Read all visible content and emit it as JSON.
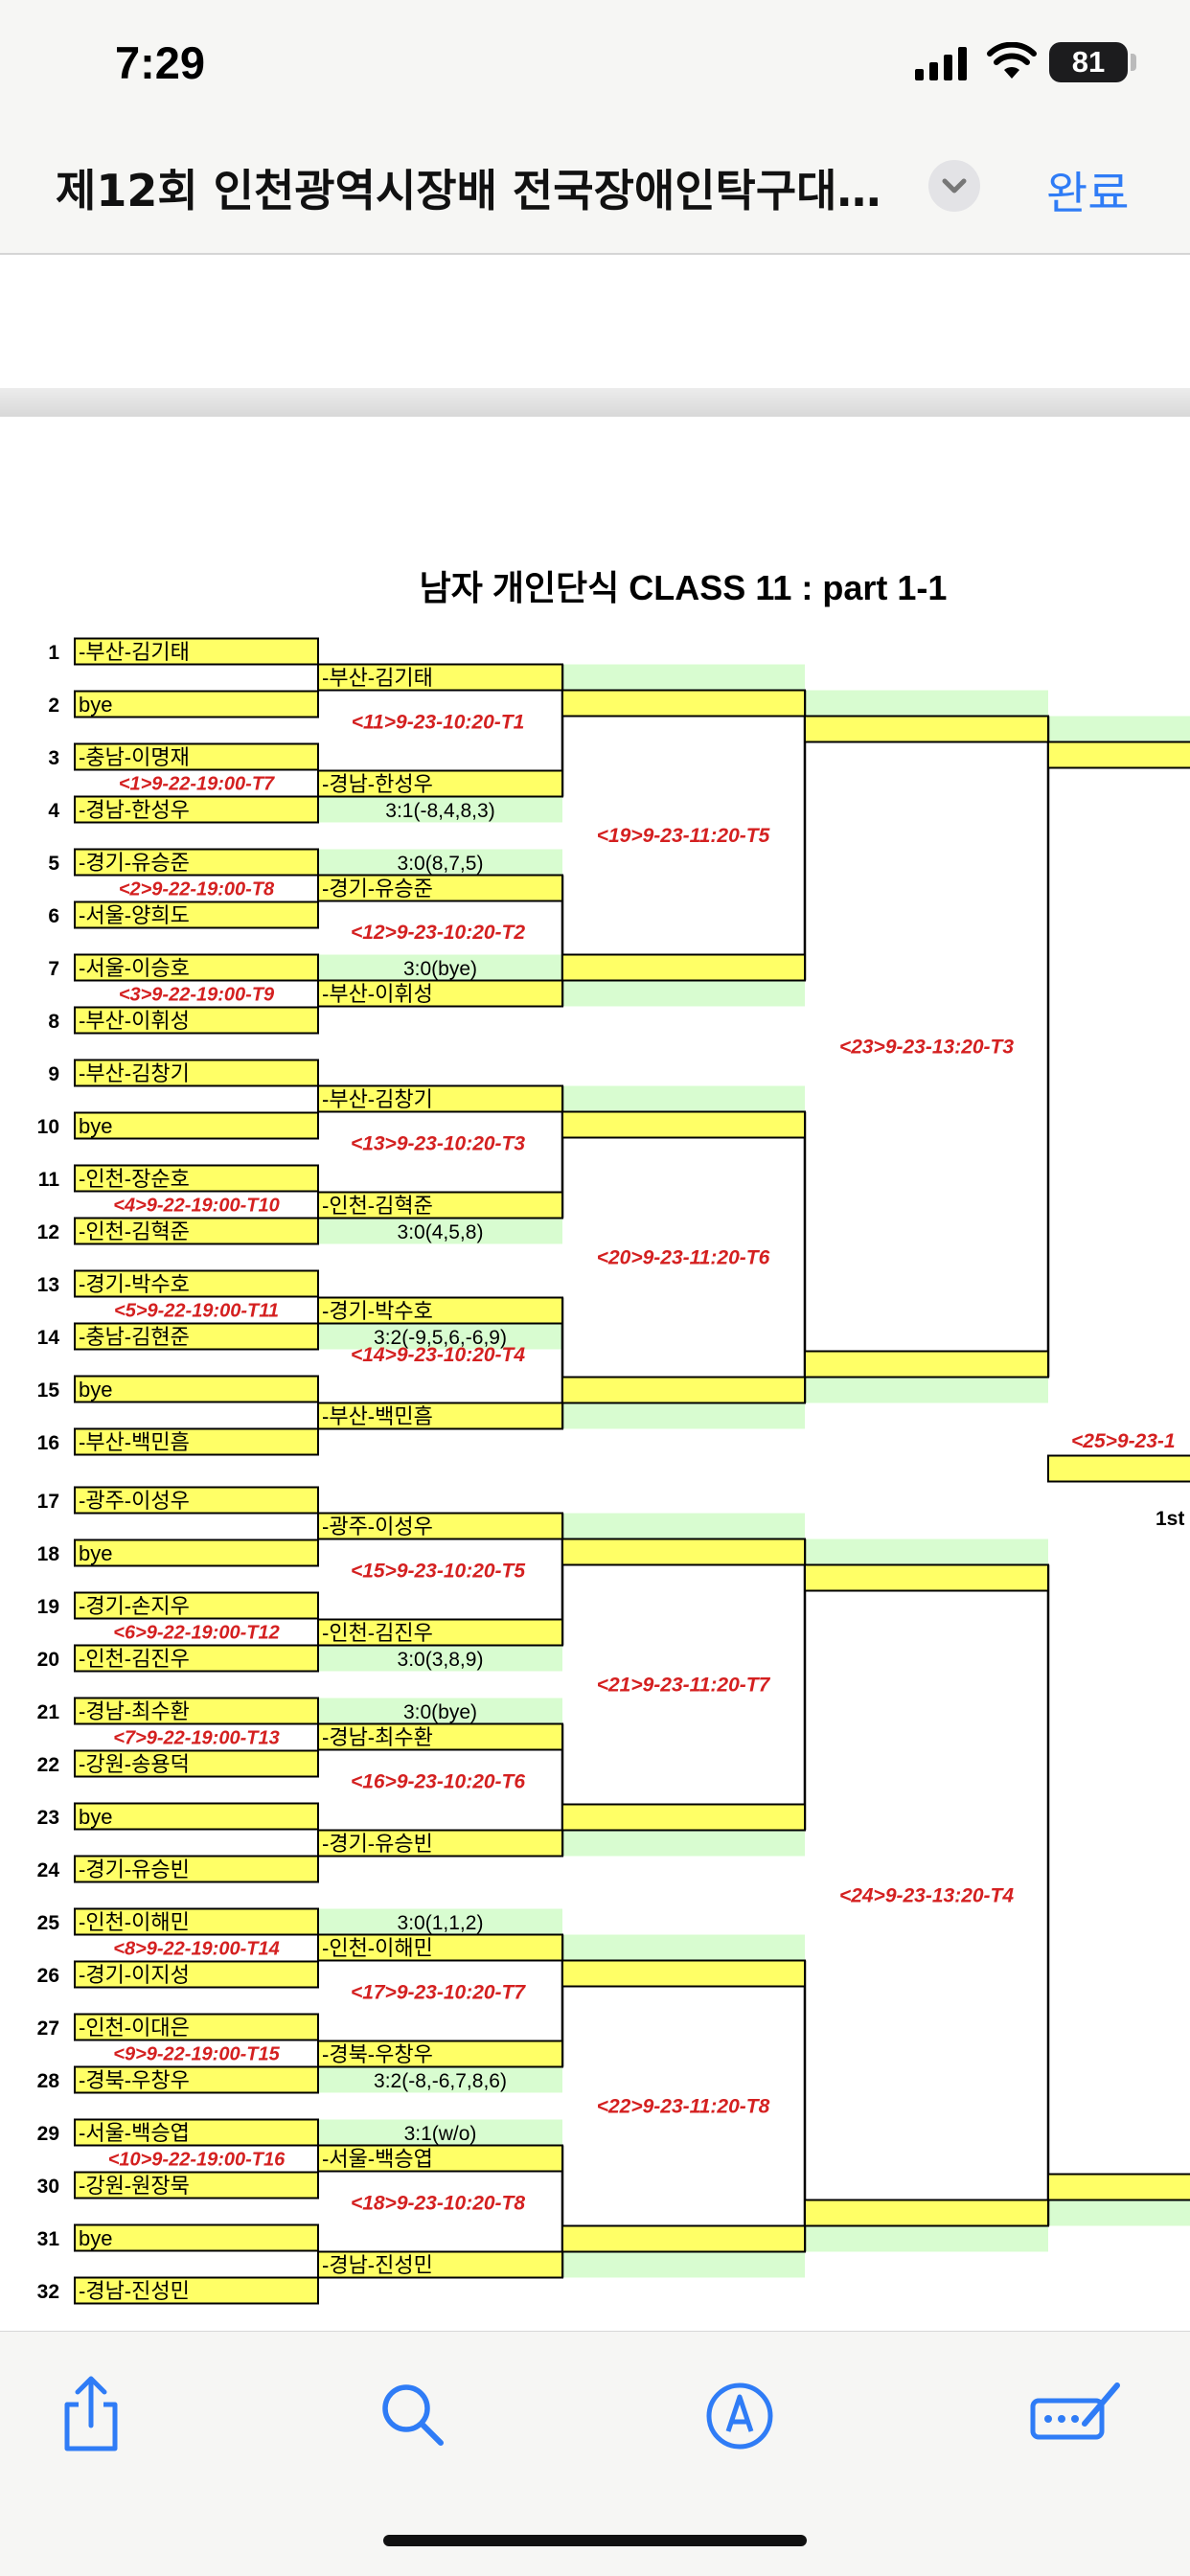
{
  "status_bar": {
    "time": "7:29",
    "battery": "81"
  },
  "nav": {
    "title": "제12회 인천광역시장배 전국장애인탁구대…",
    "done": "완료"
  },
  "bracket": {
    "title": "남자 개인단식 CLASS 11 : part 1-1",
    "round_label_third": "1st",
    "entries": [
      "-부산-김기태",
      "bye",
      "-충남-이명재",
      "-경남-한성우",
      "-경기-유승준",
      "-서울-양희도",
      "-서울-이승호",
      "-부산-이휘성",
      "-부산-김창기",
      "bye",
      "-인천-장순호",
      "-인천-김혁준",
      "-경기-박수호",
      "-충남-김현준",
      "bye",
      "-부산-백민흠",
      "-광주-이성우",
      "bye",
      "-경기-손지우",
      "-인천-김진우",
      "-경남-최수환",
      "-강원-송용덕",
      "bye",
      "-경기-유승빈",
      "-인천-이해민",
      "-경기-이지성",
      "-인천-이대은",
      "-경북-우창우",
      "-서울-백승엽",
      "-강원-원장묵",
      "bye",
      "-경남-진성민"
    ],
    "r1_matches": [
      {
        "label": "<1>9-22-19:00-T7",
        "winner": "-경남-한성우",
        "score": "3:1(-8,4,8,3)"
      },
      {
        "label": "<2>9-22-19:00-T8",
        "winner": "-경기-유승준",
        "score": "3:0(8,7,5)"
      },
      {
        "label": "<3>9-22-19:00-T9",
        "winner": "-부산-이휘성",
        "score": "3:0(bye)"
      },
      {
        "label": "<4>9-22-19:00-T10",
        "winner": "-인천-김혁준",
        "score": "3:0(4,5,8)"
      },
      {
        "label": "<5>9-22-19:00-T11",
        "winner": "-경기-박수호",
        "score": "3:2(-9,5,6,-6,9)"
      },
      {
        "label": "<6>9-22-19:00-T12",
        "winner": "-인천-김진우",
        "score": "3:0(3,8,9)"
      },
      {
        "label": "<7>9-22-19:00-T13",
        "winner": "-경남-최수환",
        "score": "3:0(bye)"
      },
      {
        "label": "<8>9-22-19:00-T14",
        "winner": "-인천-이해민",
        "score": "3:0(1,1,2)"
      },
      {
        "label": "<9>9-22-19:00-T15",
        "winner": "-경북-우창우",
        "score": "3:2(-8,-6,7,8,6)"
      },
      {
        "label": "<10>9-22-19:00-T16",
        "winner": "-서울-백승엽",
        "score": "3:1(w/o)"
      }
    ],
    "byes": [
      "-부산-김기태",
      "-부산-김창기",
      "-부산-백민흠",
      "-광주-이성우",
      "-경기-유승빈",
      "-경남-진성민"
    ],
    "r2_labels": [
      "<11>9-23-10:20-T1",
      "<12>9-23-10:20-T2",
      "<13>9-23-10:20-T3",
      "<14>9-23-10:20-T4",
      "<15>9-23-10:20-T5",
      "<16>9-23-10:20-T6",
      "<17>9-23-10:20-T7",
      "<18>9-23-10:20-T8"
    ],
    "r3_labels": [
      "<19>9-23-11:20-T5",
      "<20>9-23-11:20-T6",
      "<21>9-23-11:20-T7",
      "<22>9-23-11:20-T8"
    ],
    "r4_labels": [
      "<23>9-23-13:20-T3",
      "<24>9-23-13:20-T4"
    ],
    "r5_label": "<25>9-23-1"
  },
  "toolbar": {
    "items": [
      "share-icon",
      "search-icon",
      "markup-icon",
      "annotate-icon"
    ]
  }
}
